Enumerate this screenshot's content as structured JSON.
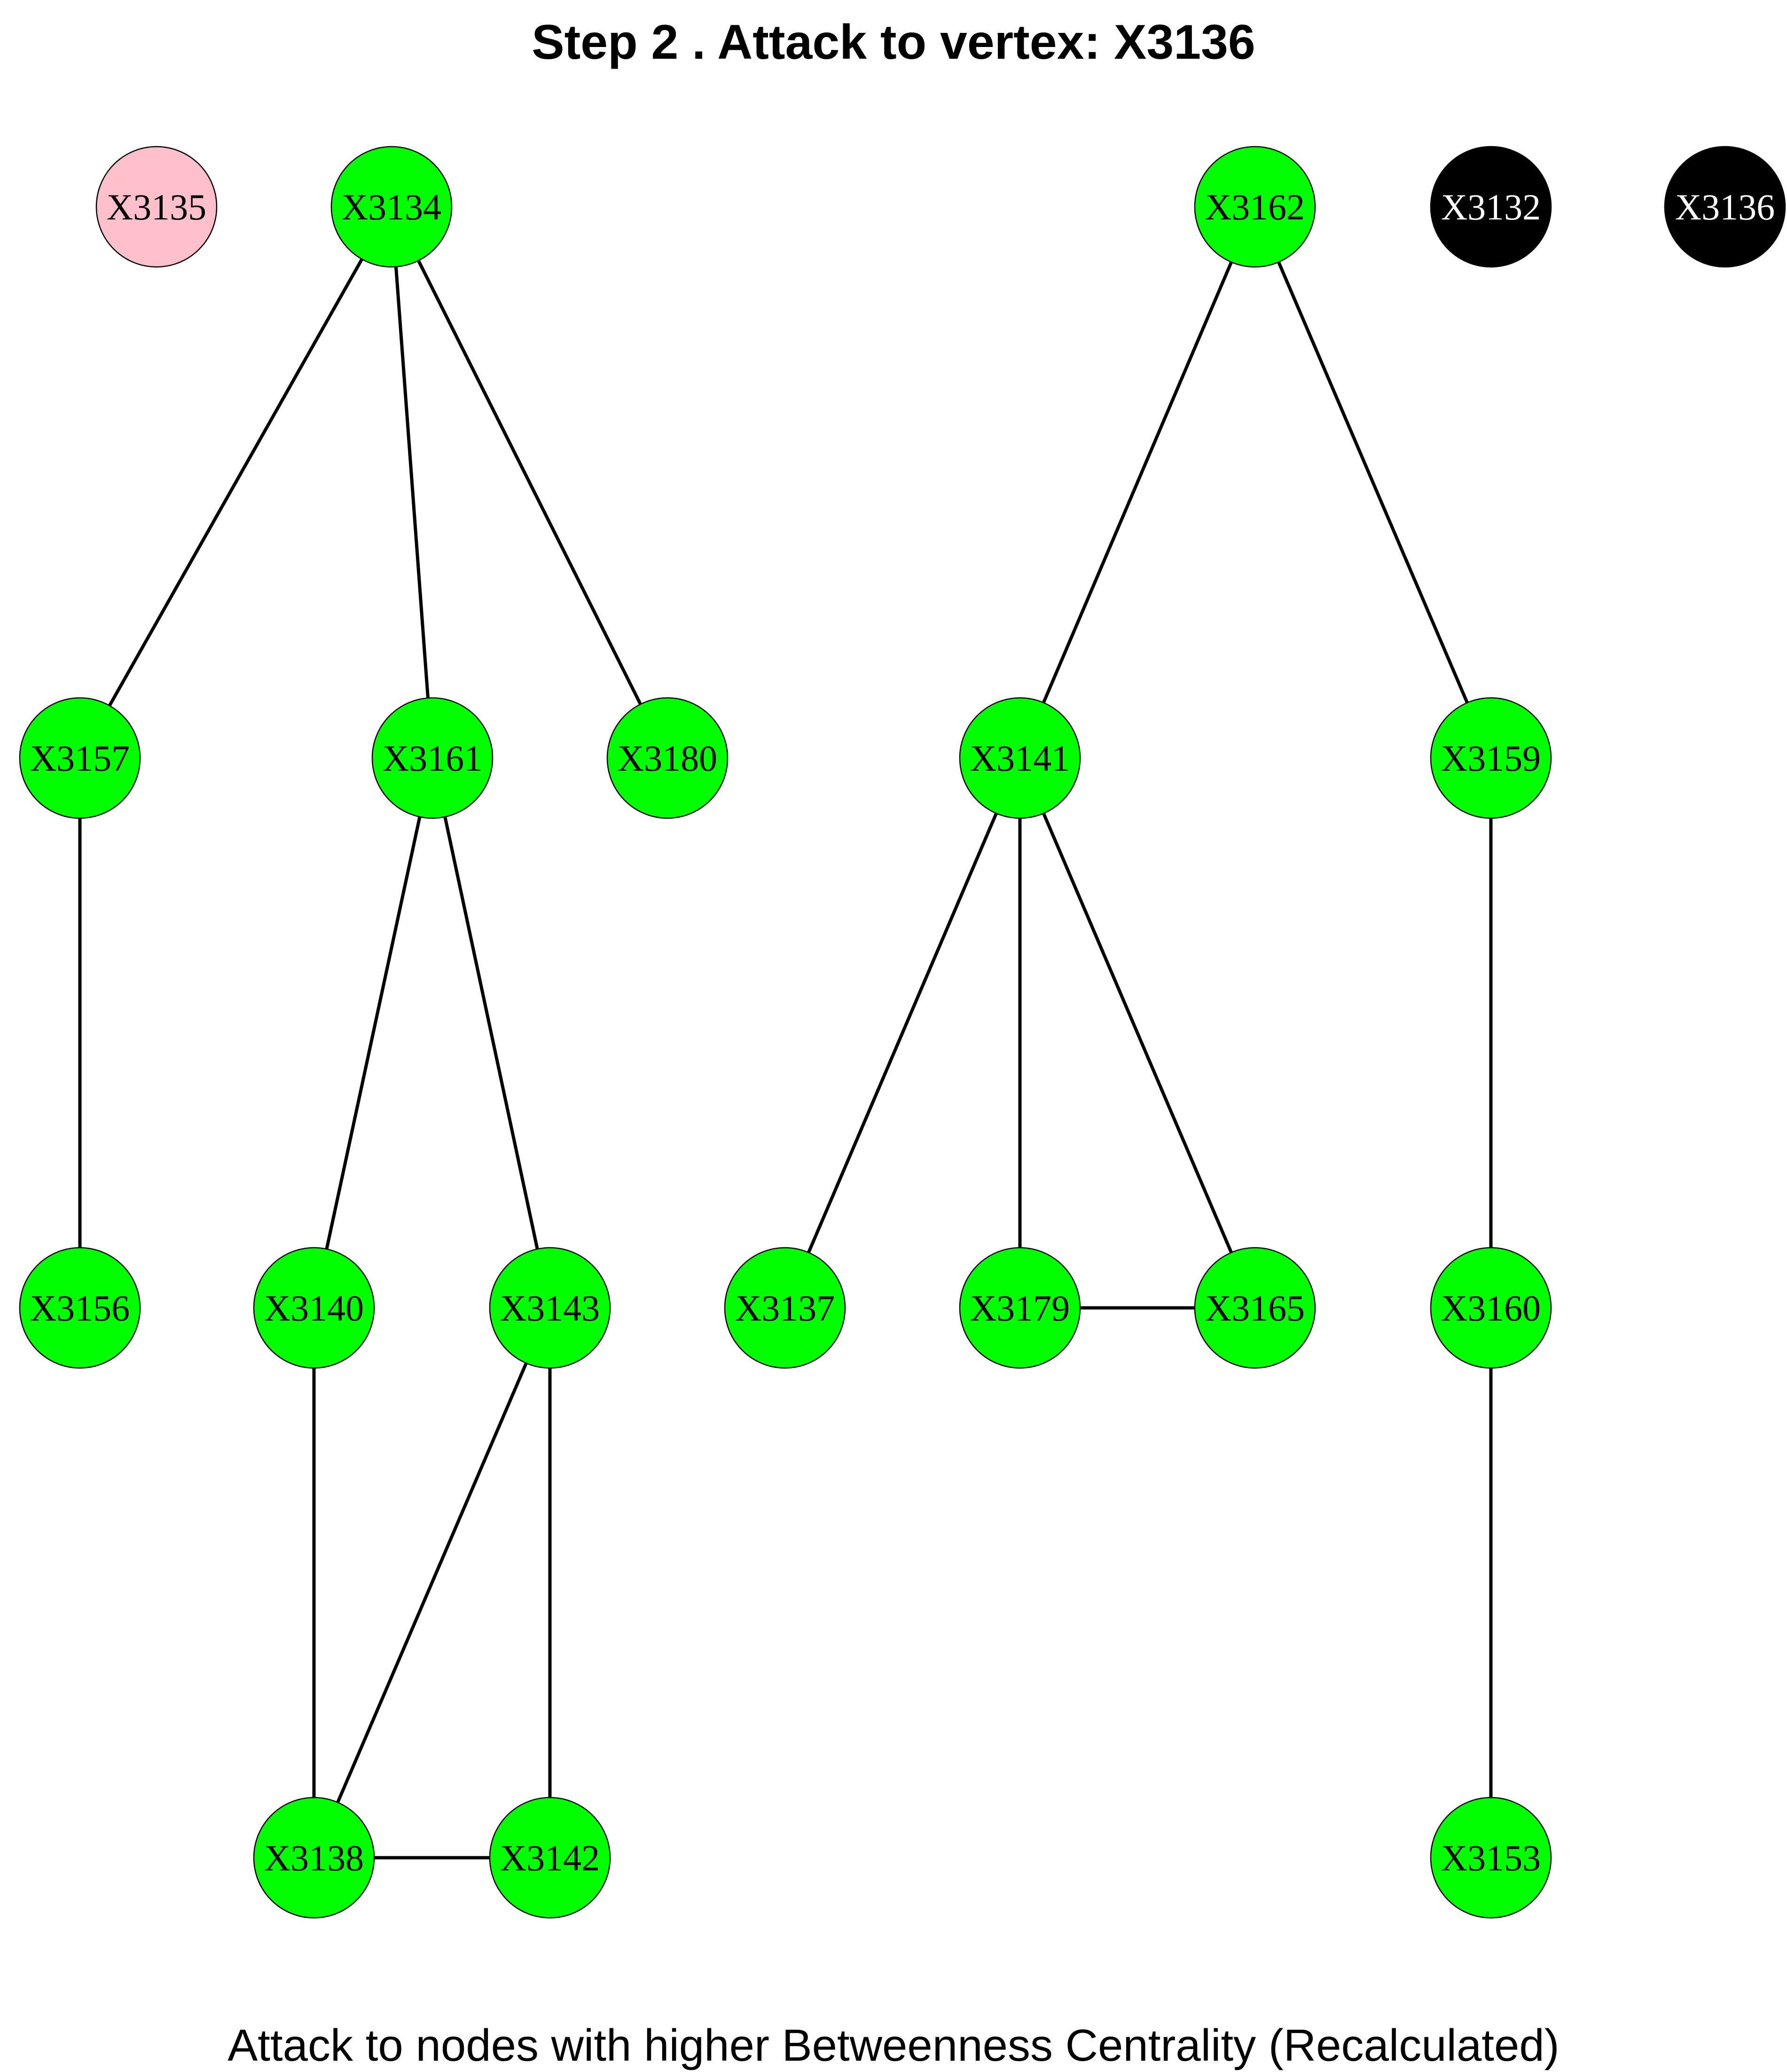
{
  "title": "Step 2 . Attack to vertex: X3136",
  "subtitle": "Attack to nodes with higher Betweenness Centrality (Recalculated)",
  "colors": {
    "active": "#00ff00",
    "highlight": "#ffc0cb",
    "removed": "#000000",
    "label_dark": "#000000",
    "label_light": "#ffffff"
  },
  "nodes": [
    {
      "id": "X3135",
      "state": "highlight"
    },
    {
      "id": "X3134",
      "state": "active"
    },
    {
      "id": "X3162",
      "state": "active"
    },
    {
      "id": "X3132",
      "state": "removed"
    },
    {
      "id": "X3136",
      "state": "removed"
    },
    {
      "id": "X3157",
      "state": "active"
    },
    {
      "id": "X3161",
      "state": "active"
    },
    {
      "id": "X3180",
      "state": "active"
    },
    {
      "id": "X3141",
      "state": "active"
    },
    {
      "id": "X3159",
      "state": "active"
    },
    {
      "id": "X3156",
      "state": "active"
    },
    {
      "id": "X3140",
      "state": "active"
    },
    {
      "id": "X3143",
      "state": "active"
    },
    {
      "id": "X3137",
      "state": "active"
    },
    {
      "id": "X3179",
      "state": "active"
    },
    {
      "id": "X3165",
      "state": "active"
    },
    {
      "id": "X3160",
      "state": "active"
    },
    {
      "id": "X3138",
      "state": "active"
    },
    {
      "id": "X3142",
      "state": "active"
    },
    {
      "id": "X3153",
      "state": "active"
    }
  ],
  "edges": [
    [
      "X3134",
      "X3157"
    ],
    [
      "X3134",
      "X3161"
    ],
    [
      "X3134",
      "X3180"
    ],
    [
      "X3157",
      "X3156"
    ],
    [
      "X3161",
      "X3140"
    ],
    [
      "X3161",
      "X3143"
    ],
    [
      "X3140",
      "X3138"
    ],
    [
      "X3143",
      "X3138"
    ],
    [
      "X3143",
      "X3142"
    ],
    [
      "X3138",
      "X3142"
    ],
    [
      "X3162",
      "X3141"
    ],
    [
      "X3162",
      "X3159"
    ],
    [
      "X3141",
      "X3137"
    ],
    [
      "X3141",
      "X3179"
    ],
    [
      "X3141",
      "X3165"
    ],
    [
      "X3179",
      "X3165"
    ],
    [
      "X3159",
      "X3160"
    ],
    [
      "X3160",
      "X3153"
    ]
  ]
}
